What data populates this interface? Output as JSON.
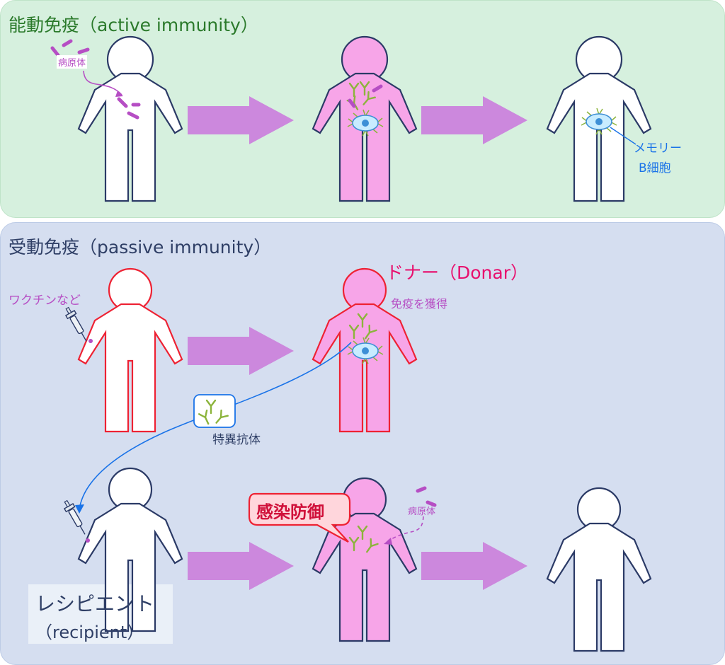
{
  "active": {
    "title": "能動免疫（active immunity）",
    "pathogen_label": "病原体",
    "memory_label_line1": "メモリー",
    "memory_label_line2": "B細胞"
  },
  "passive": {
    "title": "受動免疫（passive immunity）",
    "vaccine_label": "ワクチンなど",
    "donor_label": "ドナー（Donar）",
    "donor_sub": "免疫を獲得",
    "antibody_label": "特異抗体",
    "protection_label": "感染防御",
    "pathogen_label": "病原体",
    "recipient_line1": "レシピエント",
    "recipient_line2": "（recipient）"
  },
  "colors": {
    "active_bg": "#d6f0de",
    "passive_bg": "#d5def0",
    "arrow": "#cc88dd",
    "figure_pink": "#f7a5e8",
    "outline_navy": "#2b3a66",
    "outline_red": "#ee2233",
    "antibody_green": "#8cb43c",
    "accent_blue": "#1a73e8"
  }
}
